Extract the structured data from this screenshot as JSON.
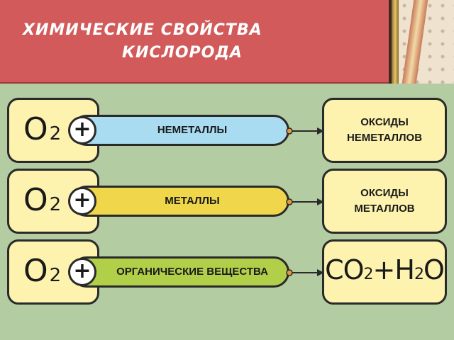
{
  "title": {
    "line1": "ХИМИЧЕСКИЕ СВОЙСТВА",
    "line2": "КИСЛОРОДА"
  },
  "colors": {
    "header": "#d25a5a",
    "background": "#b3cca2",
    "box_fill": "#fdf3ae",
    "pill_nonmetals": "#a9dcf0",
    "pill_metals": "#efd64a",
    "pill_organic": "#b2cf4a"
  },
  "rows": [
    {
      "reactant": {
        "symbol": "O",
        "subscript": "2"
      },
      "plus": "+",
      "reagent": "НЕМЕТАЛЛЫ",
      "product": "ОКСИДЫ\nНЕМЕТАЛЛОВ"
    },
    {
      "reactant": {
        "symbol": "O",
        "subscript": "2"
      },
      "plus": "+",
      "reagent": "МЕТАЛЛЫ",
      "product": "ОКСИДЫ\nМЕТАЛЛОВ"
    },
    {
      "reactant": {
        "symbol": "O",
        "subscript": "2"
      },
      "plus": "+",
      "reagent": "ОРГАНИЧЕСКИЕ ВЕЩЕСТВА",
      "product_formula": {
        "co": "CO",
        "co_sub": "2",
        "plus": "+",
        "h": "H",
        "h_sub": "2",
        "o": "O"
      }
    }
  ]
}
